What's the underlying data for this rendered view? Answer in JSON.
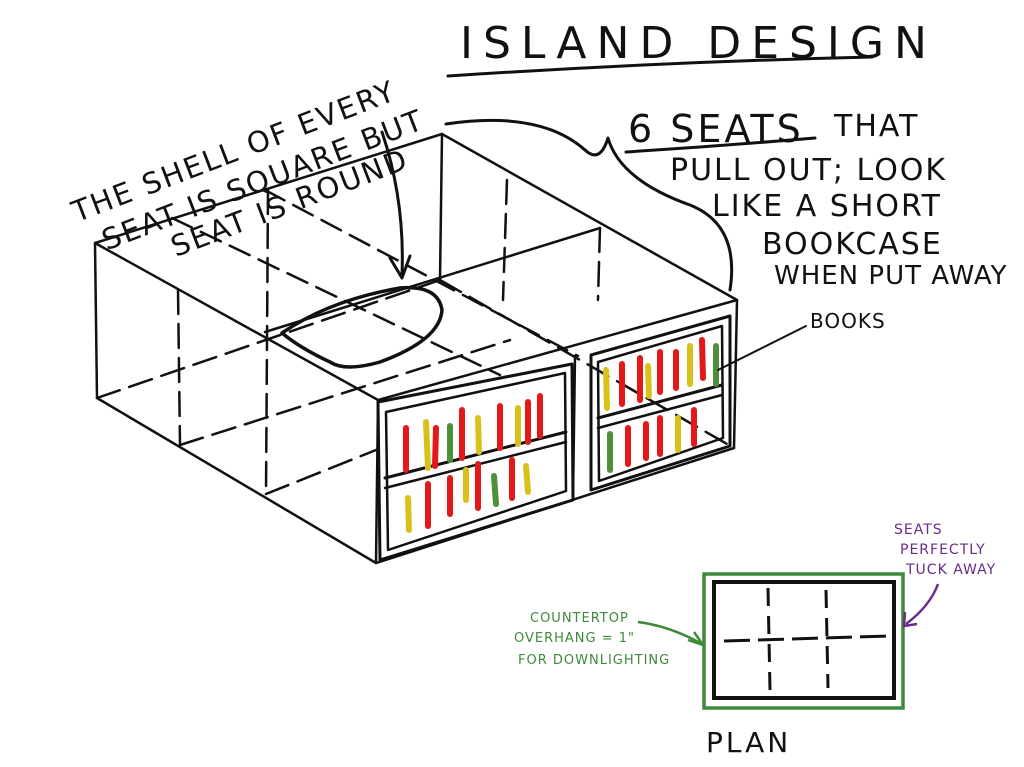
{
  "title": "ISLAND DESIGN",
  "shell_note": [
    "THE SHELL OF EVERY",
    "SEAT IS SQUARE BUT",
    "SEAT IS ROUND"
  ],
  "seats_note": {
    "emphasis": "6 SEATS",
    "rest": "THAT",
    "lines": [
      "PULL OUT; LOOK",
      "LIKE A SHORT",
      "BOOKCASE",
      "WHEN PUT AWAY"
    ]
  },
  "books_label": "BOOKS",
  "plan_label": "PLAN",
  "tuck_note": [
    "SEATS",
    "PERFECTLY",
    "TUCK AWAY"
  ],
  "countertop_note": [
    "COUNTERTOP",
    "OVERHANG = 1\"",
    "FOR DOWNLIGHTING"
  ],
  "colors": {
    "ink": "#111111",
    "teal": "#1aa8c0",
    "purple": "#6a2c8a",
    "green": "#3e8a3a",
    "book_red": "#e31818",
    "book_yellow": "#d8c21a",
    "book_green": "#4f8f3c"
  }
}
